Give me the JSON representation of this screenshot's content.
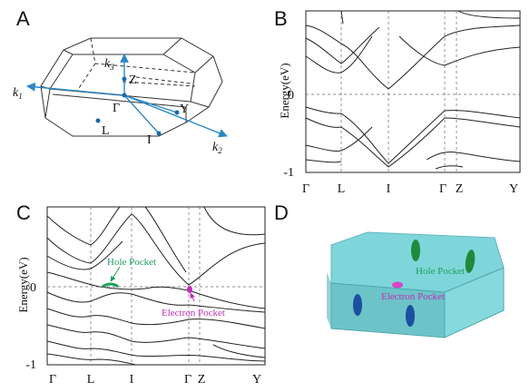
{
  "panels": {
    "A": {
      "letter": "A",
      "labels": {
        "k1": "k",
        "k1_sub": "1",
        "k2": "k",
        "k2_sub": "2",
        "k3": "k",
        "k3_sub": "3",
        "Z": "Z",
        "Gamma": "Γ",
        "Y": "Y",
        "L": "L",
        "I": "I"
      }
    },
    "B": {
      "letter": "B",
      "ylabel": "Energy(eV)",
      "yticks": [
        "0",
        "-1"
      ],
      "xticks": [
        "Γ",
        "L",
        "I",
        "Γ",
        "Z",
        "Y"
      ]
    },
    "C": {
      "letter": "C",
      "ylabel": "Energy(eV)",
      "yticks": [
        "0",
        "-1"
      ],
      "xticks": [
        "Γ",
        "L",
        "I",
        "Γ",
        "Z",
        "Y"
      ],
      "hole_label": "Hole Pocket",
      "electron_label": "Electron Pocket"
    },
    "D": {
      "letter": "D",
      "hole_label": "Hole Pocket",
      "electron_label": "Electron Pocket"
    }
  },
  "colors": {
    "axis": "#222222",
    "k_vector": "#2a87c4",
    "point": "#1a6aa8",
    "hole": "#1aa15a",
    "electron": "#c02fb5",
    "fermi_box_top": "#7fd6da",
    "fermi_box_side": "#5fb7bd",
    "pocket_green": "#1f8a3c",
    "pocket_blue": "#1c4fa0"
  }
}
